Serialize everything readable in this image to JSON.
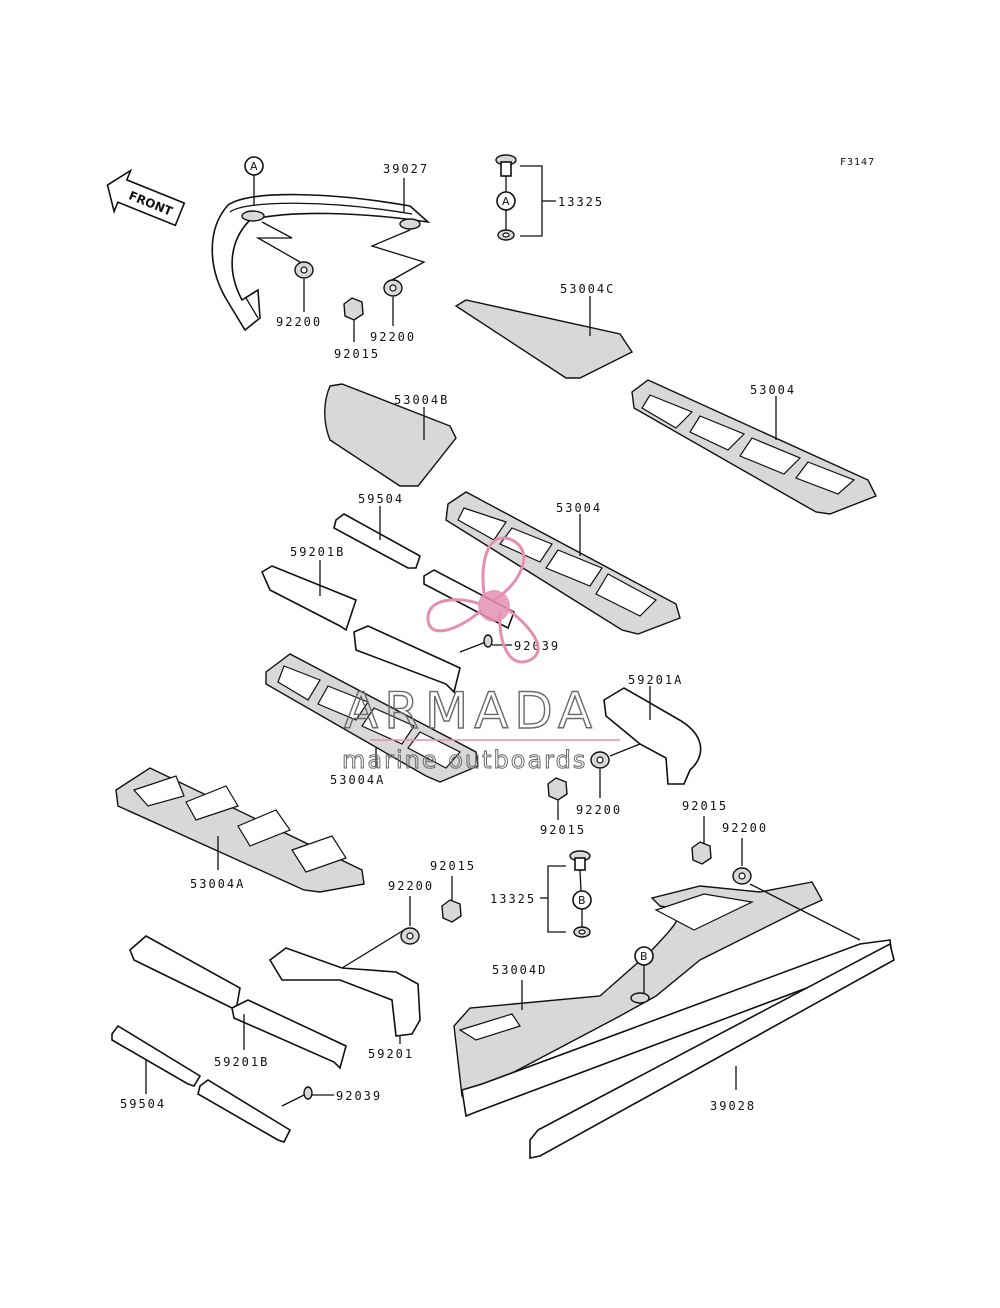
{
  "figure_code": "F3147",
  "front_arrow": {
    "label": "FRONT"
  },
  "ref_markers": {
    "a": "A",
    "b": "B"
  },
  "watermark": {
    "brand": "ARMADA",
    "tagline": "marine outboards",
    "colors": {
      "propeller": "#e58fb0",
      "text": "#6a6a6a"
    }
  },
  "parts": {
    "p39027": "39027",
    "p13325_top": "13325",
    "p92200_a": "92200",
    "p92015_a": "92015",
    "p92200_b": "92200",
    "p53004C": "53004C",
    "p53004B": "53004B",
    "p53004_a": "53004",
    "p59504_top": "59504",
    "p53004_b": "53004",
    "p59201B_top": "59201B",
    "p92039_top": "92039",
    "p59201A": "59201A",
    "p53004A_mid": "53004A",
    "p92200_c": "92200",
    "p92015_b": "92015",
    "p92015_c": "92015",
    "p92200_d": "92200",
    "p53004A_low": "53004A",
    "p92015_d": "92015",
    "p92200_e": "92200",
    "p13325_mid": "13325",
    "p53004D": "53004D",
    "p59201": "59201",
    "p59201B_low": "59201B",
    "p59504_low": "59504",
    "p92039_low": "92039",
    "p39028": "39028"
  }
}
